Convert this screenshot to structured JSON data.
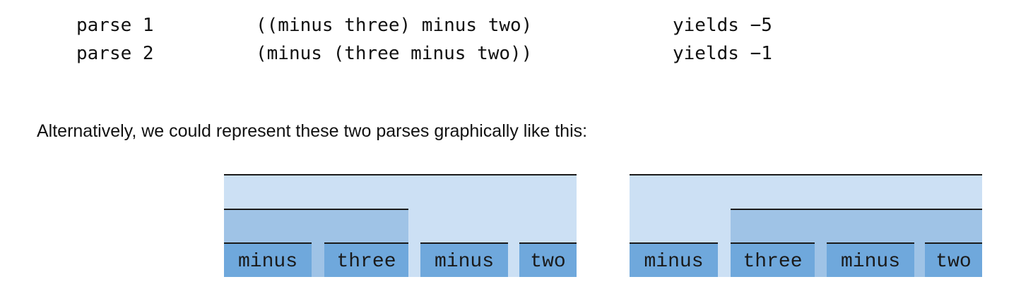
{
  "parses": [
    {
      "label": "parse 1",
      "expression": "((minus three) minus two)",
      "result": "yields −5"
    },
    {
      "label": "parse 2",
      "expression": "(minus (three minus two))",
      "result": "yields −1"
    }
  ],
  "prose": "Alternatively, we could represent these two parses graphically like this:",
  "diagrams": [
    {
      "words": [
        "minus",
        "three",
        "minus",
        "two"
      ]
    },
    {
      "words": [
        "minus",
        "three",
        "minus",
        "two"
      ]
    }
  ]
}
